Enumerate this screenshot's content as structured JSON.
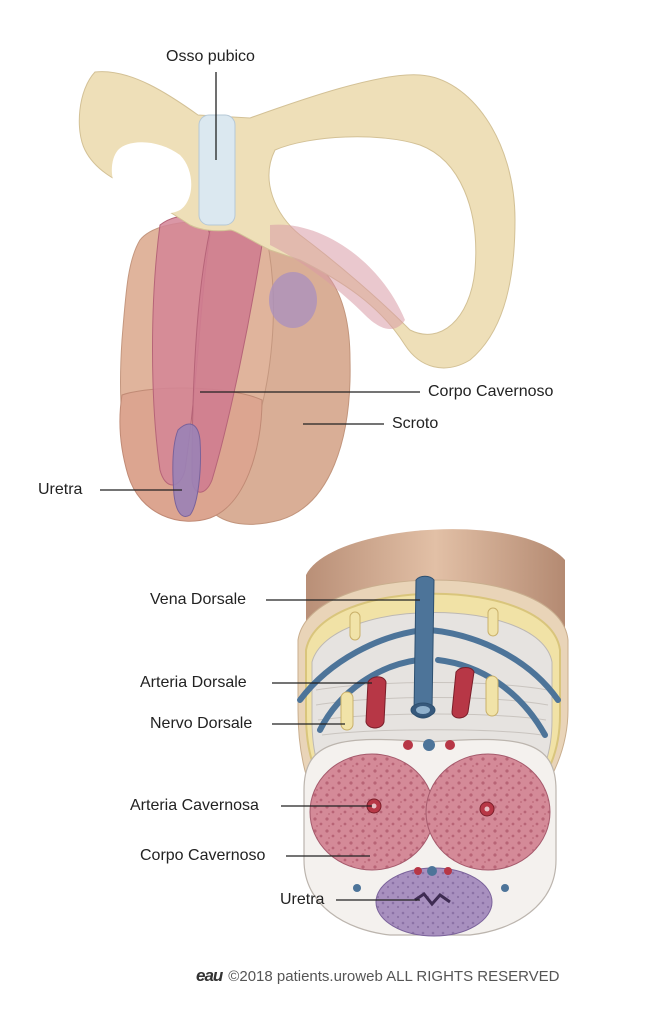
{
  "labels": {
    "pubic_bone": "Osso pubico",
    "corpus_cavernosum_top": "Corpo Cavernoso",
    "scrotum": "Scroto",
    "urethra_top": "Uretra",
    "dorsal_vein": "Vena Dorsale",
    "dorsal_artery": "Arteria Dorsale",
    "dorsal_nerve": "Nervo Dorsale",
    "cavernous_artery": "Arteria Cavernosa",
    "corpus_cavernosum_bottom": "Corpo Cavernoso",
    "urethra_bottom": "Uretra"
  },
  "footer": {
    "logo": "eau",
    "copyright": "©2018 patients.uroweb ALL RIGHTS RESERVED"
  },
  "colors": {
    "bone": "#eedfb8",
    "skin": "#dcb59a",
    "corpus": "#d98a9c",
    "vein": "#4d7499",
    "artery": "#b73746",
    "nerve": "#f1e3a8",
    "urethra": "#9c86b4"
  }
}
